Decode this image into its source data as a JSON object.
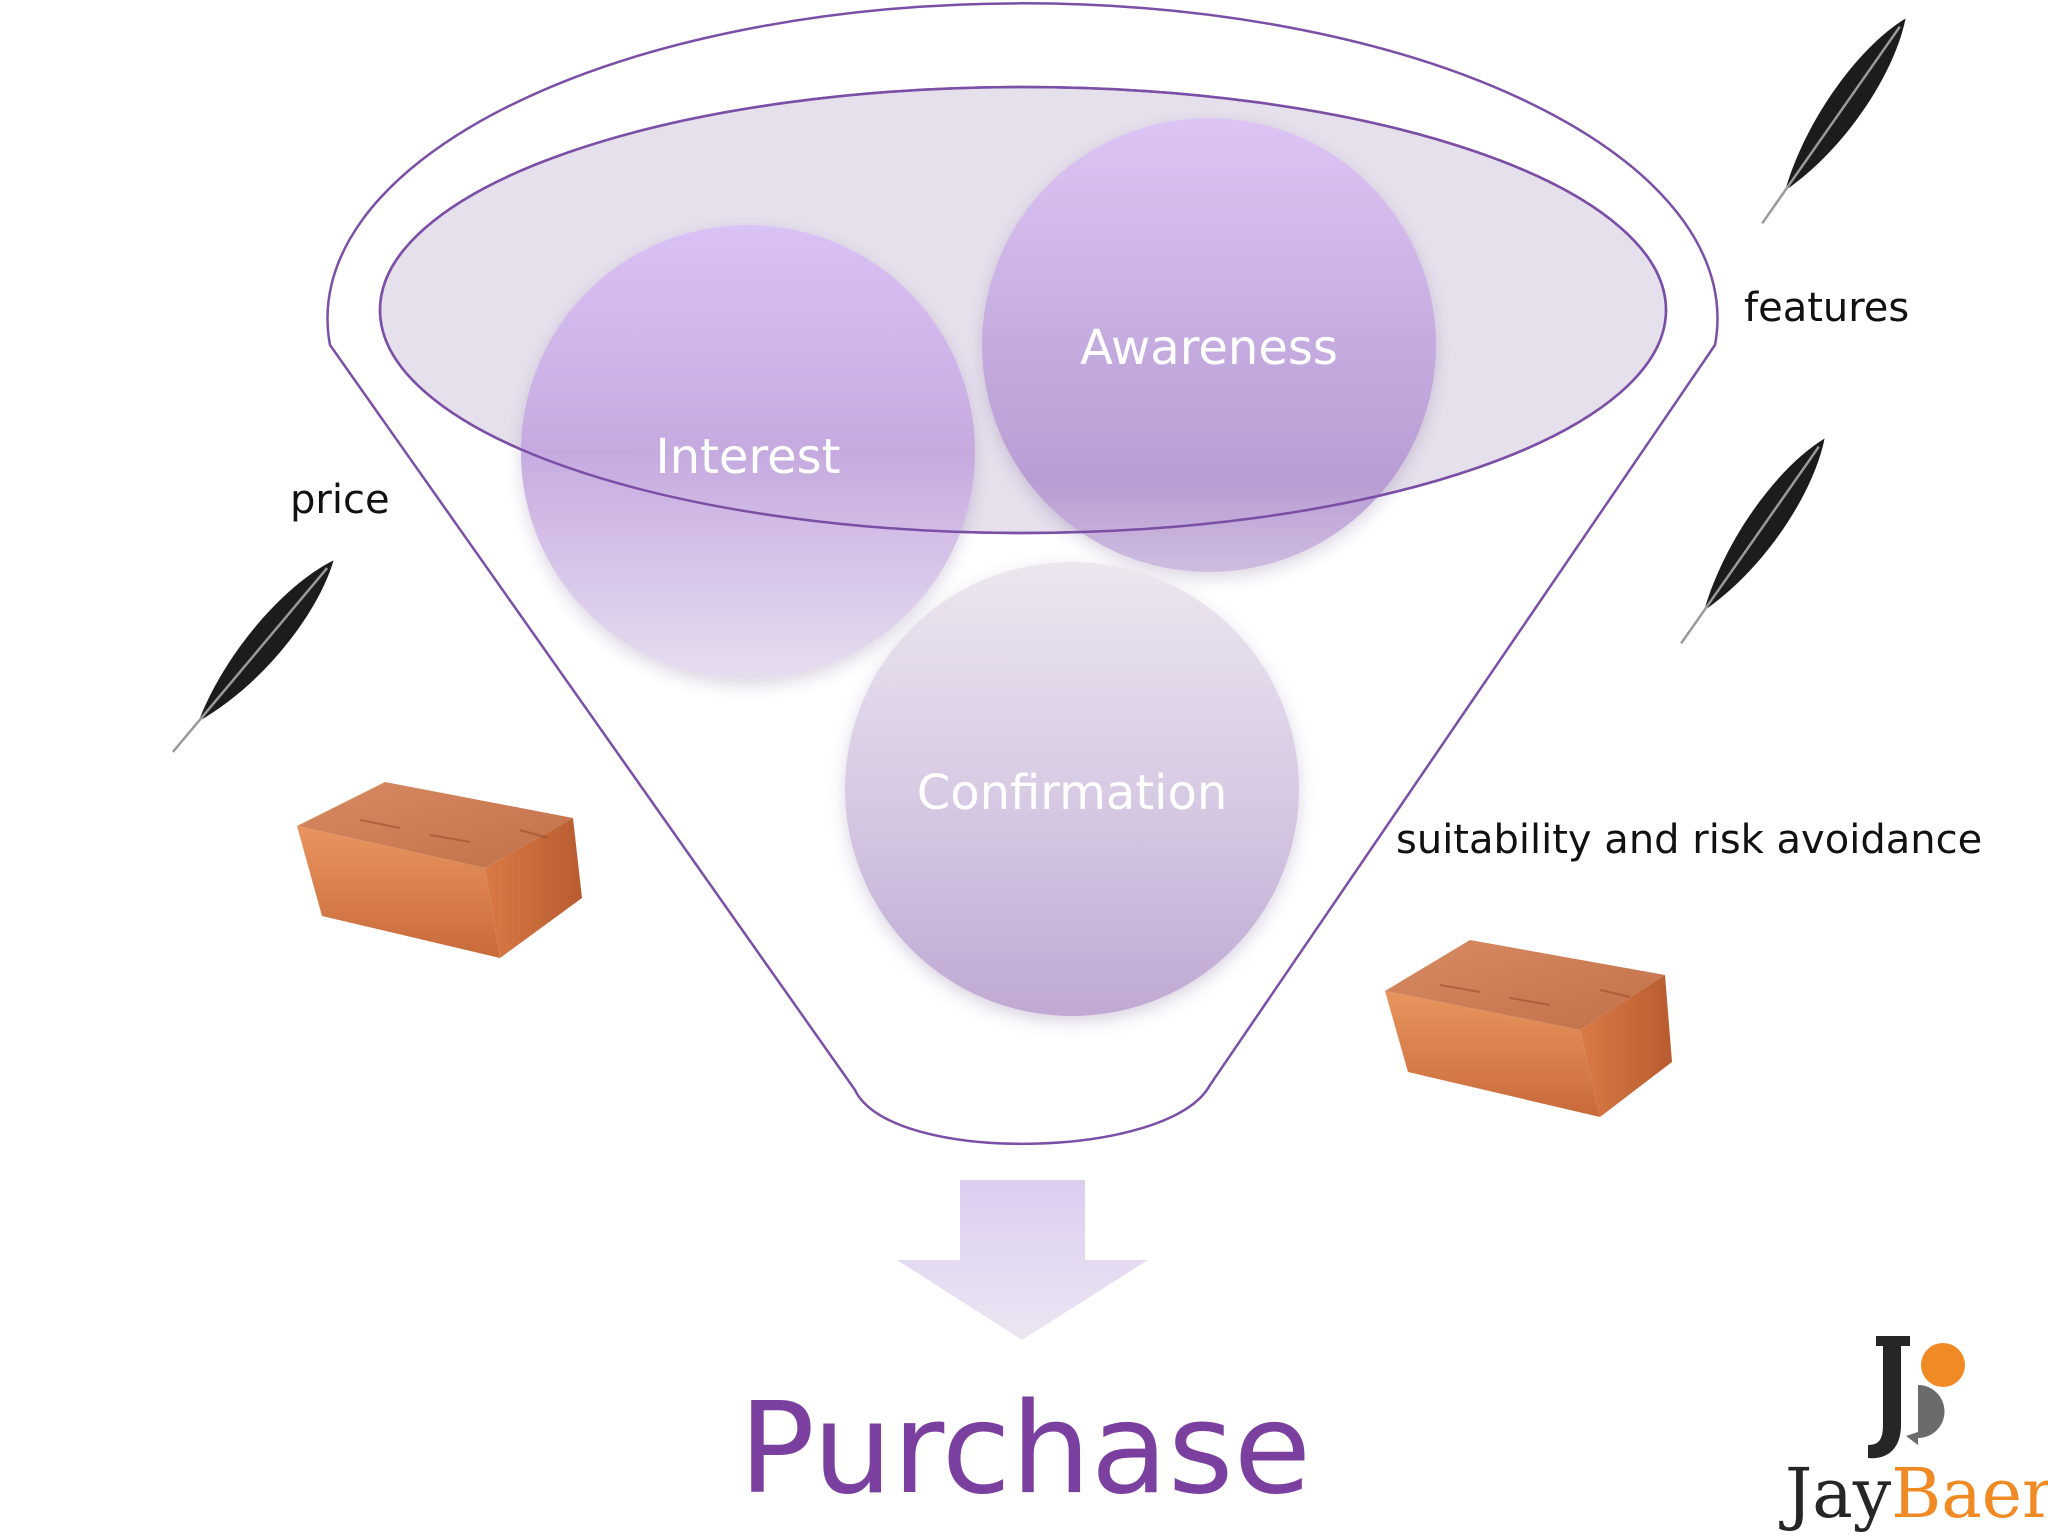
{
  "funnel": {
    "stages": [
      "Awareness",
      "Interest",
      "Confirmation"
    ],
    "outcome": "Purchase"
  },
  "factors": {
    "left": "price",
    "right_top": "features",
    "right_bottom": "suitability and risk avoidance"
  },
  "icons": [
    "feather-icon",
    "brick-icon"
  ],
  "brand": {
    "first": "Jay",
    "last": "Baer"
  },
  "colors": {
    "funnel_outline": "#7b4fa6",
    "circle_top": "#dcc4f4",
    "circle_bottom": "#c8b2dc",
    "arrow": "#ddd0f0",
    "purchase_text": "#7b3fa0",
    "brand_dark": "#262626",
    "brand_orange": "#f08a24",
    "brand_gray": "#6b6b6b"
  }
}
